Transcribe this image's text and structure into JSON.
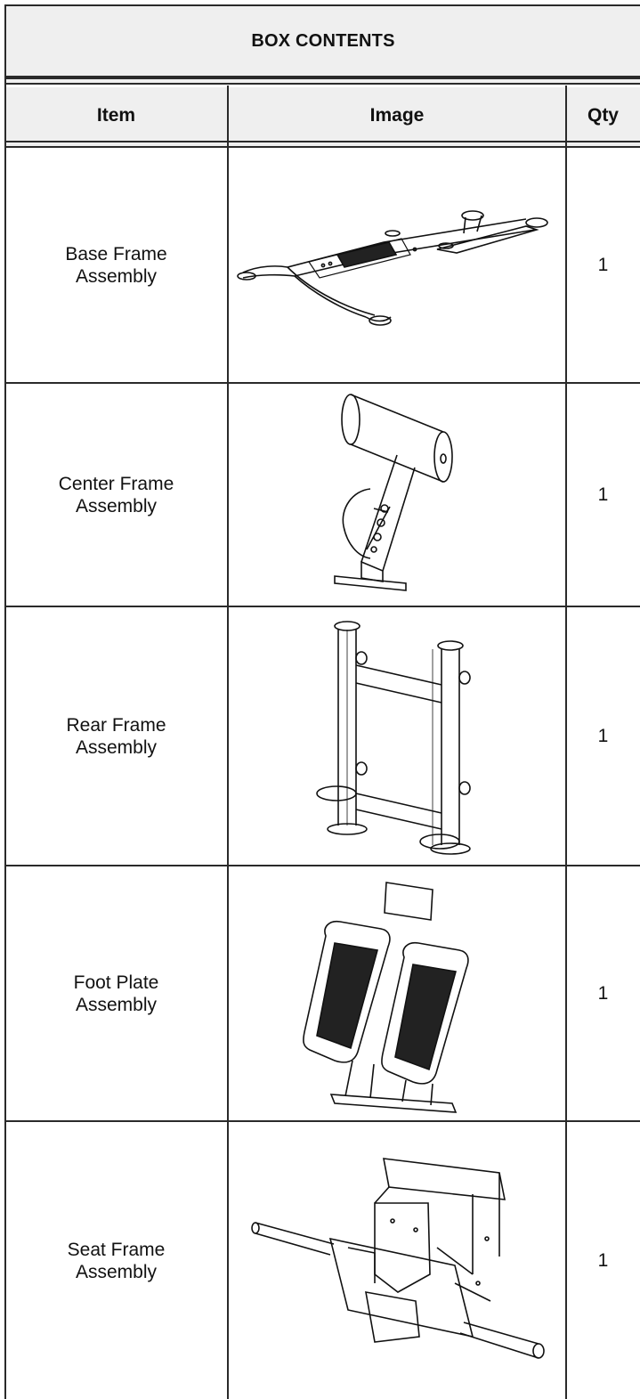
{
  "title": "BOX CONTENTS",
  "columns": {
    "item": "Item",
    "image": "Image",
    "qty": "Qty"
  },
  "rows": [
    {
      "item_line1": "Base Frame",
      "item_line2": "Assembly",
      "qty": "1",
      "image_icon": "base-frame-drawing"
    },
    {
      "item_line1": "Center Frame",
      "item_line2": "Assembly",
      "qty": "1",
      "image_icon": "center-frame-drawing"
    },
    {
      "item_line1": "Rear Frame",
      "item_line2": "Assembly",
      "qty": "1",
      "image_icon": "rear-frame-drawing"
    },
    {
      "item_line1": "Foot Plate",
      "item_line2": "Assembly",
      "qty": "1",
      "image_icon": "foot-plate-drawing"
    },
    {
      "item_line1": "Seat Frame",
      "item_line2": "Assembly",
      "qty": "1",
      "image_icon": "seat-frame-drawing"
    }
  ]
}
